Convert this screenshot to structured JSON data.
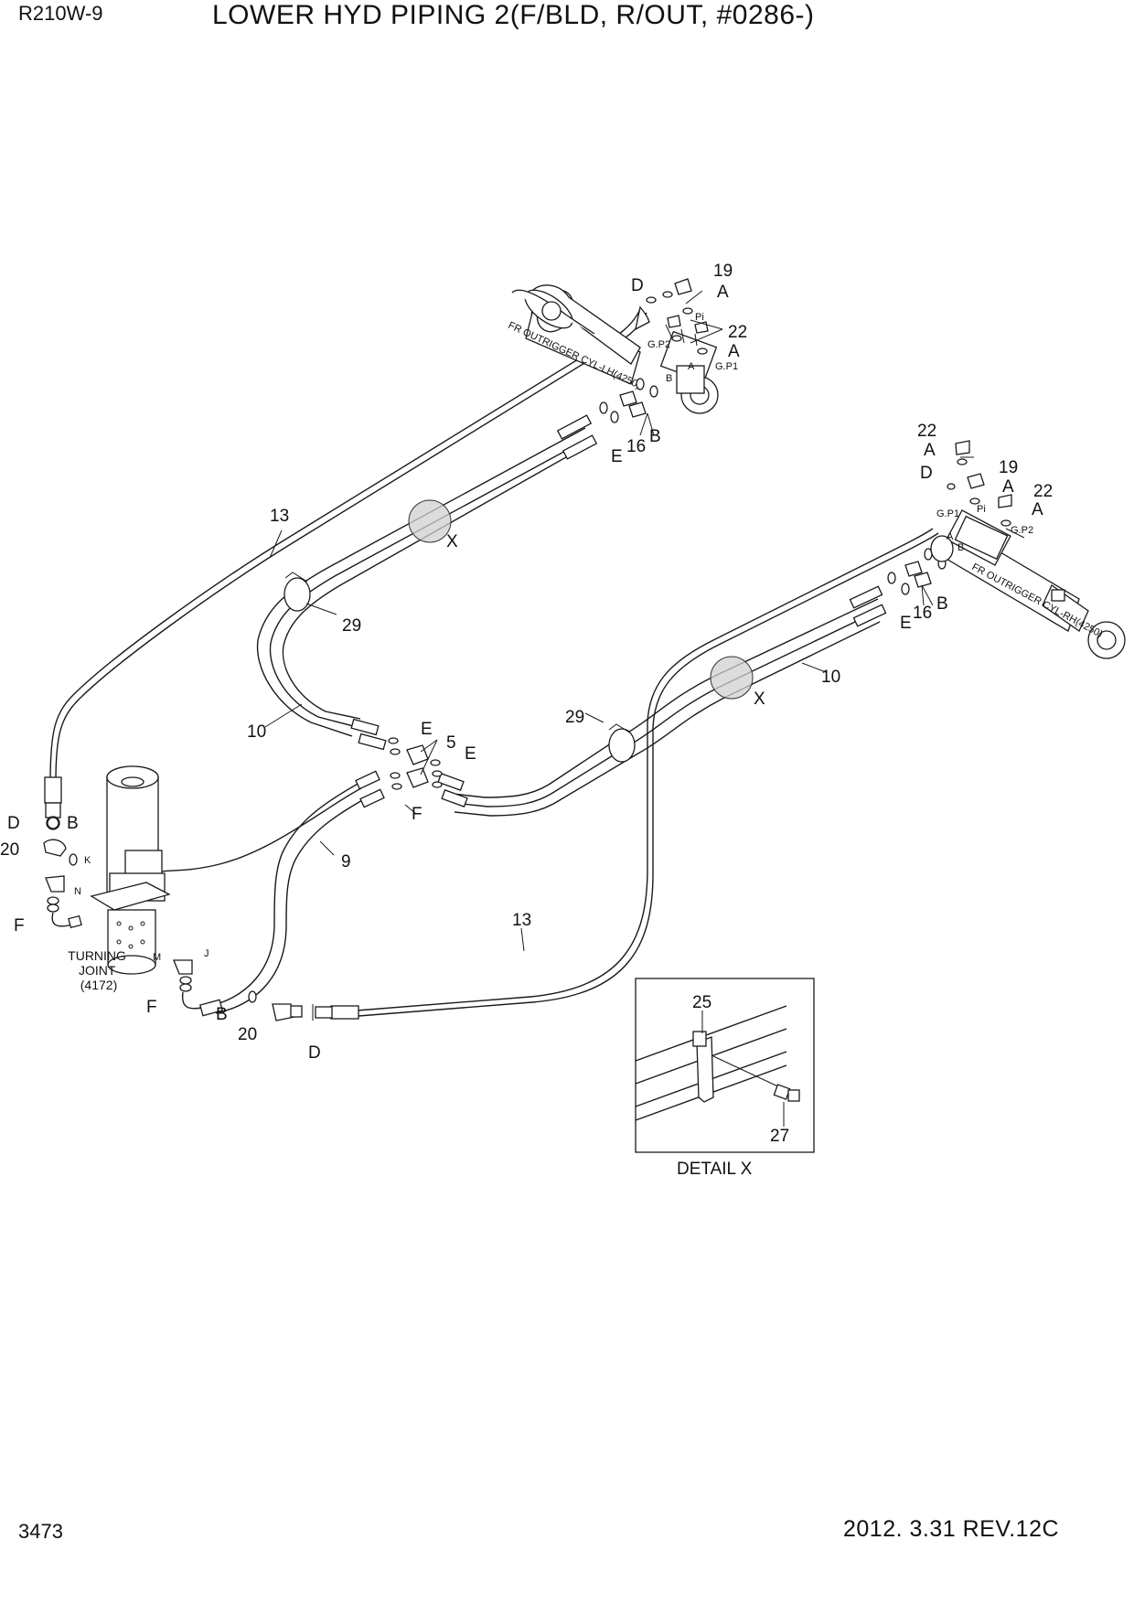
{
  "header": {
    "model": "R210W-9",
    "title": "LOWER HYD PIPING 2(F/BLD, R/OUT, #0286-)"
  },
  "footer": {
    "page_number": "3473",
    "revision": "2012. 3.31  REV.12C"
  },
  "components": {
    "cyl_left": "FR OUTRIGGER CYL-LH(4250)",
    "cyl_right": "FR OUTRIGGER CYL-RH(4250)",
    "turning_joint": [
      "TURNING",
      "JOINT",
      "(4172)"
    ]
  },
  "detail": {
    "title": "DETAIL  X"
  },
  "callouts": {
    "n13a": "13",
    "n13b": "13",
    "n10a": "10",
    "n10b": "10",
    "n29a": "29",
    "n29b": "29",
    "n9": "9",
    "n5": "5",
    "n16a": "16",
    "n16b": "16",
    "n19a": "19",
    "n19b": "19",
    "n22a": "22",
    "n22b": "22",
    "n22c": "22",
    "n20a": "20",
    "n20b": "20",
    "n25": "25",
    "n27": "27",
    "A1": "A",
    "A2": "A",
    "A3": "A",
    "A4": "A",
    "A5": "A",
    "B1": "B",
    "B2": "B",
    "B3": "B",
    "B4": "B",
    "D1": "D",
    "D2": "D",
    "D3": "D",
    "D4": "D",
    "E1": "E",
    "E2": "E",
    "E3": "E",
    "E4": "E",
    "F1": "F",
    "F2": "F",
    "F3": "F",
    "X1": "X",
    "X2": "X"
  },
  "port_labels": {
    "pi1": "Pi",
    "pi2": "Pi",
    "gp1a": "G.P1",
    "gp2a": "G.P2",
    "gp1b": "G.P1",
    "gp2b": "G.P2",
    "pa": "A",
    "pb": "B",
    "pa2": "A",
    "pb2": "B",
    "K": "K",
    "N": "N",
    "M": "M",
    "J": "J"
  }
}
